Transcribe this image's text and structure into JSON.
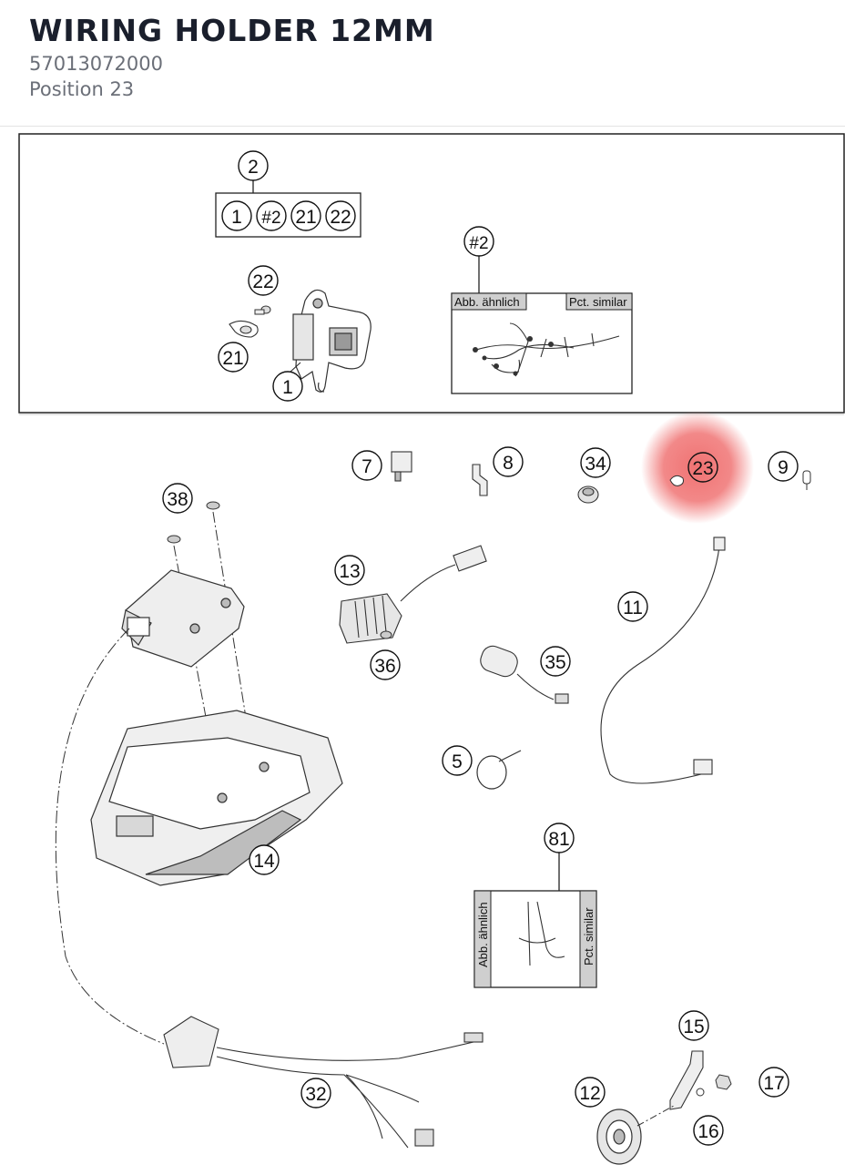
{
  "header": {
    "title": "WIRING HOLDER 12MM",
    "part_number": "57013072000",
    "position": "Position 23"
  },
  "diagram": {
    "highlight_color": "#ef6b6b",
    "highlighted_position": "23",
    "callouts": {
      "c2": "2",
      "g1": "1",
      "g2": "#2",
      "g21": "21",
      "g22": "22",
      "c22": "22",
      "c21": "21",
      "c1": "1",
      "ch2": "#2",
      "c7": "7",
      "c8": "8",
      "c34": "34",
      "c23": "23",
      "c9": "9",
      "c38": "38",
      "c13": "13",
      "c11": "11",
      "c36": "36",
      "c35": "35",
      "c5": "5",
      "c14": "14",
      "c81": "81",
      "c15": "15",
      "c17": "17",
      "c12": "12",
      "c16": "16",
      "c32": "32"
    },
    "labels": {
      "similar_de": "Abb. ähnlich",
      "similar_en": "Pct. similar"
    }
  }
}
